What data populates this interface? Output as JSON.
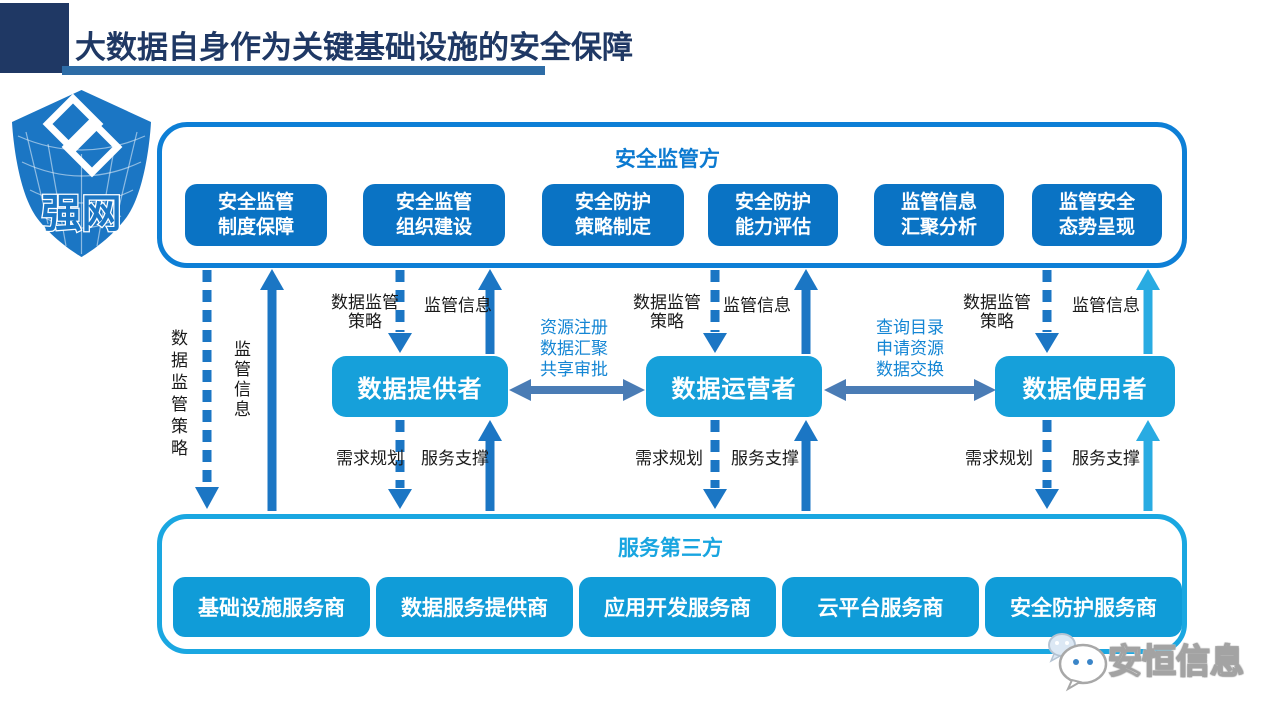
{
  "header": {
    "title": "大数据自身作为关键基础设施的安全保障"
  },
  "logo": {
    "text": "强网"
  },
  "colors": {
    "title_navy": "#1f3864",
    "title_underline": "#2d6ca6",
    "top_box_blue": "#0a73c4",
    "top_border_blue": "#0d7fd6",
    "actor_cyan": "#16a0da",
    "bottom_box_cyan": "#109cd8",
    "bottom_border_cyan": "#1aa7e1",
    "arrow_dark_blue": "#1b76c4",
    "arrow_cyan": "#29abe2",
    "arrow_steel_blue": "#4a7cb5",
    "exchange_label_blue": "#1586d4"
  },
  "top_panel": {
    "title": "安全监管方",
    "boxes": [
      {
        "line1": "安全监管",
        "line2": "制度保障"
      },
      {
        "line1": "安全监管",
        "line2": "组织建设"
      },
      {
        "line1": "安全防护",
        "line2": "策略制定"
      },
      {
        "line1": "安全防护",
        "line2": "能力评估"
      },
      {
        "line1": "监管信息",
        "line2": "汇聚分析"
      },
      {
        "line1": "监管安全",
        "line2": "态势呈现"
      }
    ]
  },
  "side_labels": {
    "policy_vertical": "数据监管策略",
    "info_vertical": "监管信息"
  },
  "flow_labels": {
    "policy_line1": "数据监管",
    "policy_line2": "策略",
    "info": "监管信息",
    "demand": "需求规划",
    "support": "服务支撑"
  },
  "actors": [
    {
      "label": "数据提供者"
    },
    {
      "label": "数据运营者"
    },
    {
      "label": "数据使用者"
    }
  ],
  "exchanges": [
    {
      "lines": [
        "资源注册",
        "数据汇聚",
        "共享审批"
      ]
    },
    {
      "lines": [
        "查询目录",
        "申请资源",
        "数据交换"
      ]
    }
  ],
  "bottom_panel": {
    "title": "服务第三方",
    "boxes": [
      "基础设施服务商",
      "数据服务提供商",
      "应用开发服务商",
      "云平台服务商",
      "安全防护服务商"
    ]
  },
  "watermark": {
    "text": "安恒信息"
  }
}
